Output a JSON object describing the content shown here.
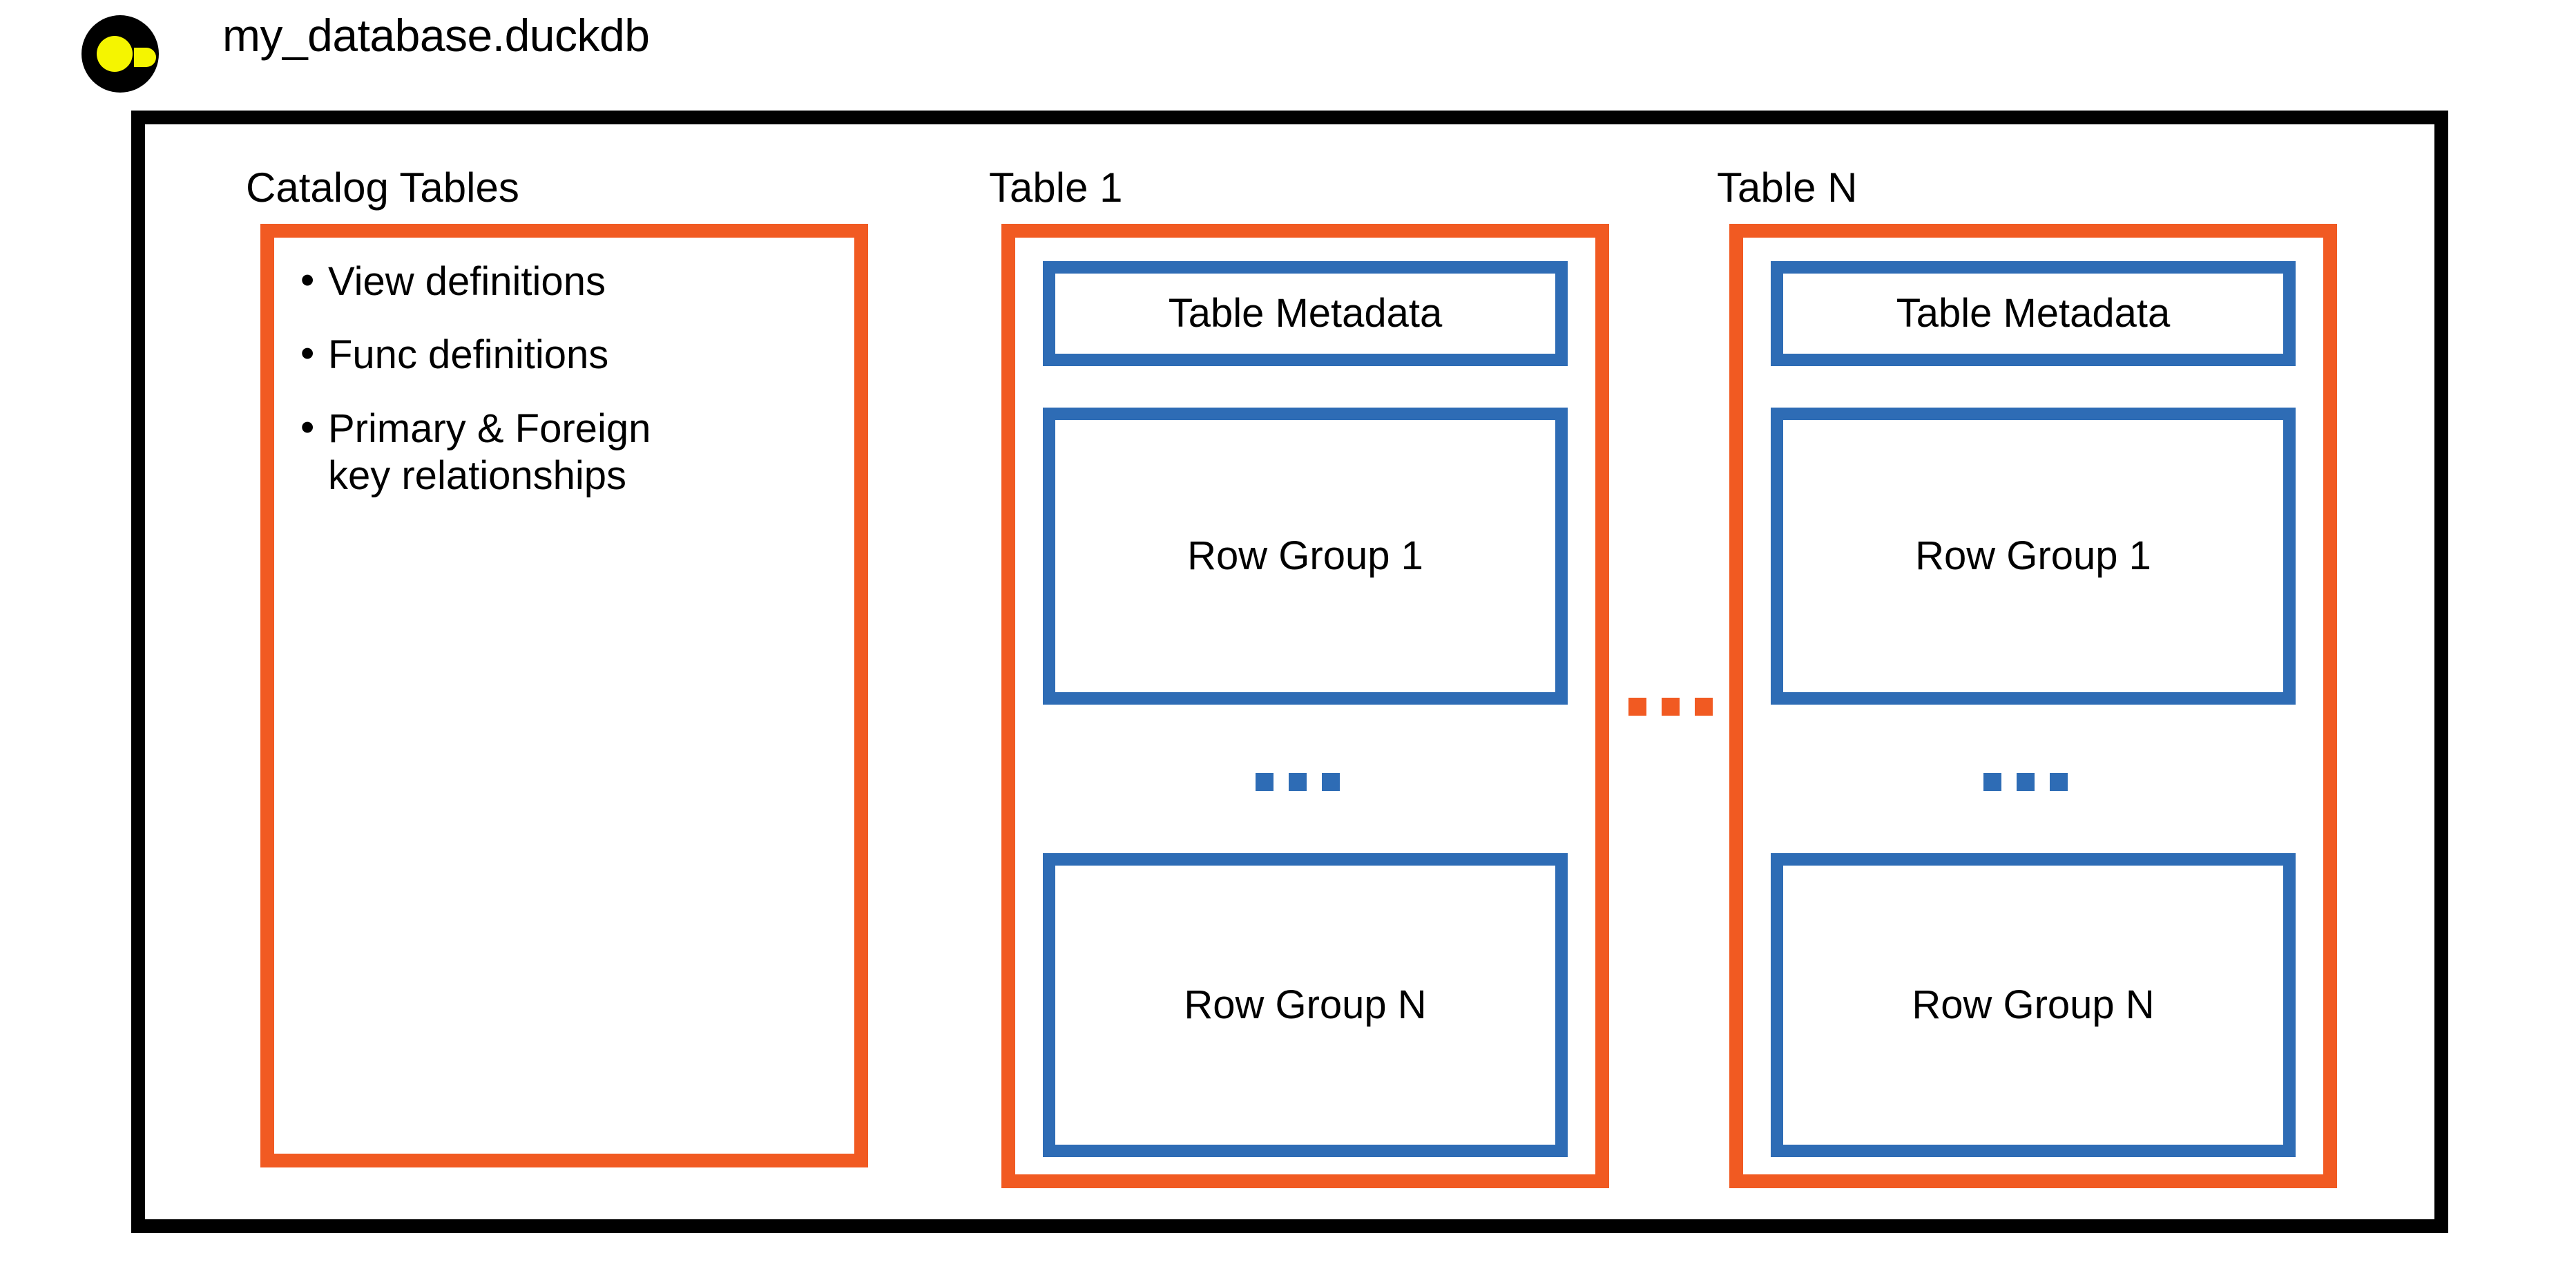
{
  "header": {
    "logo_name": "duckdb-logo",
    "title": "my_database.duckdb"
  },
  "colors": {
    "frame": "#000000",
    "orange": "#F15A22",
    "blue": "#2E6CB5",
    "logo_yellow": "#F5F500",
    "logo_black": "#000000",
    "background": "#FFFFFF"
  },
  "columns": [
    {
      "id": "catalog",
      "label": "Catalog Tables",
      "bullet_char": "•",
      "items": [
        "View definitions",
        "Func definitions",
        "Primary & Foreign key relationships"
      ]
    },
    {
      "id": "table-1",
      "label": "Table 1",
      "metadata_label": "Table Metadata",
      "row_group_first": "Row Group 1",
      "row_group_last": "Row Group N",
      "ellipsis": "..."
    },
    {
      "id": "table-n",
      "label": "Table N",
      "metadata_label": "Table Metadata",
      "row_group_first": "Row Group 1",
      "row_group_last": "Row Group N",
      "ellipsis": "..."
    }
  ],
  "between_tables_ellipsis": "..."
}
